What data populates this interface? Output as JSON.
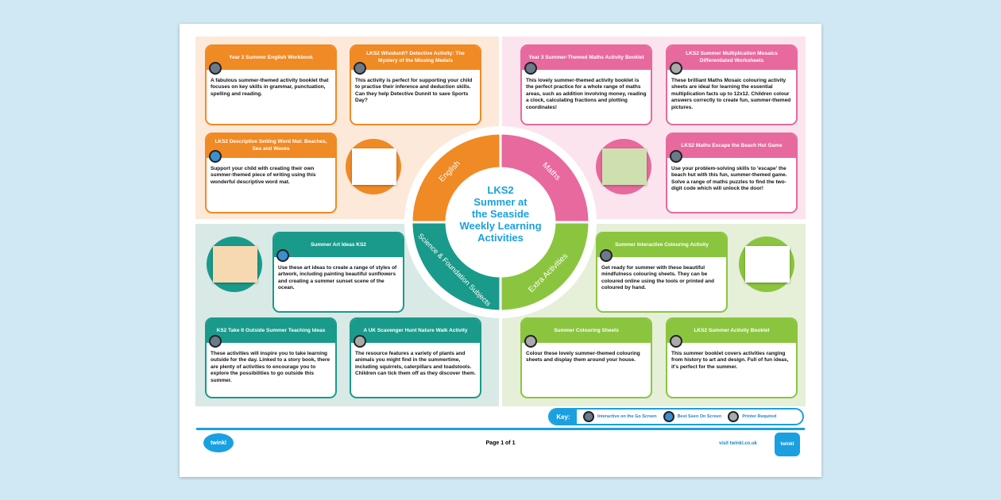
{
  "center": {
    "lines": [
      "LKS2",
      "Summer at",
      "the Seaside",
      "Weekly Learning",
      "Activities"
    ]
  },
  "segments": {
    "english": "English",
    "maths": "Maths",
    "science": "Science & Foundation Subjects",
    "extra": "Extra Activities"
  },
  "colors": {
    "english": "#f08a24",
    "maths": "#e8699e",
    "science": "#1a9a8a",
    "extra": "#8bc53f",
    "accent": "#1aa0e0"
  },
  "cards": [
    {
      "title": "Year 3 Summer English Workbook",
      "body": "A fabulous summer-themed activity booklet that focuses on key skills in grammar, punctuation, spelling and reading.",
      "icon": "interactive-icon"
    },
    {
      "title": "LKS2 Whodunit? Detective Activity: The Mystery of the Missing Medals",
      "body": "This activity is perfect for supporting your child to practise their inference and deduction skills. Can they help Detective Dunnit to save Sports Day?",
      "icon": "interactive-icon"
    },
    {
      "title": "LKS2 Descriptive Setting Word Mat: Beaches, Sea and Waves",
      "body": "Support your child with creating their own summer-themed piece of writing using this wonderful descriptive word mat.",
      "icon": "computer-icon"
    },
    {
      "title": "Year 3 Summer-Themed Maths Activity Booklet",
      "body": "This lovely summer-themed activity booklet is the perfect practice for a whole range of maths areas, such as addition involving money, reading a clock, calculating fractions and plotting coordinates!",
      "icon": "interactive-icon"
    },
    {
      "title": "LKS2 Summer Multiplication Mosaics Differentiated Worksheets",
      "body": "These brilliant Maths Mosaic colouring activity sheets are ideal for learning the essential multiplication facts up to 12x12. Children colour answers correctly to create fun, summer-themed pictures.",
      "icon": "printer-icon"
    },
    {
      "title": "LKS2 Maths Escape the Beach Hut Game",
      "body": "Use your problem-solving skills to 'escape' the beach hut with this fun, summer-themed game. Solve a range of maths puzzles to find the two-digit code which will unlock the door!",
      "icon": "interactive-icon"
    },
    {
      "title": "Summer Art Ideas KS2",
      "body": "Use these art ideas to create a range of styles of artwork, including painting beautiful sunflowers and creating a summer sunset scene of the ocean.",
      "icon": "computer-icon"
    },
    {
      "title": "KS2 Take It Outside Summer Teaching Ideas",
      "body": "These activities will inspire you to take learning outside for the day. Linked to a story book, there are plenty of activities to encourage you to explore the possibilities to go outside this summer.",
      "icon": "interactive-icon"
    },
    {
      "title": "A UK Scavenger Hunt Nature Walk Activity",
      "body": "The resource features a variety of plants and animals you might find in the summertime, including squirrels, caterpillars and toadstools. Children can tick them off as they discover them.",
      "icon": "printer-icon"
    },
    {
      "title": "Summer Interactive Colouring Activity",
      "body": "Get ready for summer with these beautiful mindfulness colouring sheets. They can be coloured online using the tools or printed and coloured by hand.",
      "icon": "interactive-icon"
    },
    {
      "title": "Summer Colouring Sheets",
      "body": "Colour these lovely summer-themed colouring sheets and display them around your house.",
      "icon": "printer-icon"
    },
    {
      "title": "LKS2 Summer Activity Booklet",
      "body": "This summer booklet covers activities ranging from history to art and design. Full of fun ideas, it's perfect for the summer.",
      "icon": "printer-icon"
    }
  ],
  "key": {
    "label": "Key:",
    "items": [
      "Interactive on the Go Screen",
      "Best Seen On Screen",
      "Printer Required"
    ]
  },
  "footer": {
    "logo": "twinkl",
    "page": "Page 1 of 1",
    "url": "visit twinkl.co.uk",
    "badge": "twinkl"
  }
}
